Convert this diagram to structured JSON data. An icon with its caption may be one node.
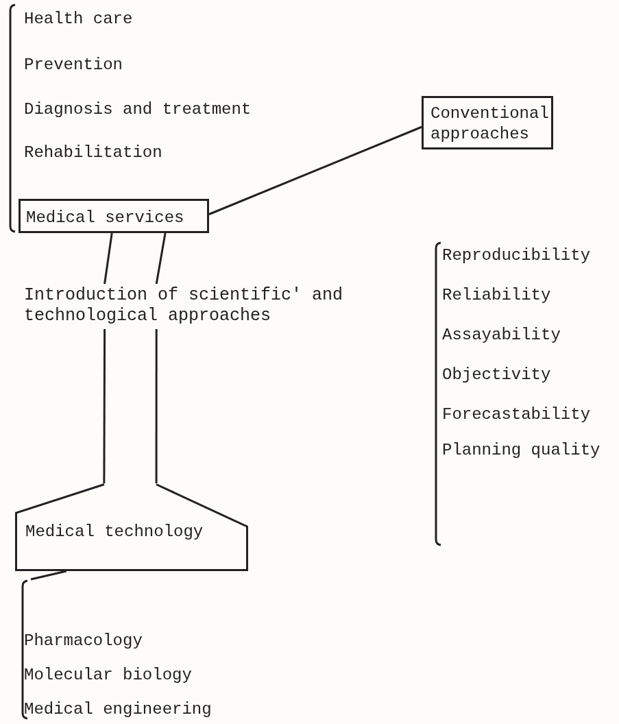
{
  "diagram": {
    "nodes": [
      {
        "text": [
          "Health care",
          "Prevention",
          "Diagnosis and treatment",
          "Rehabilitation"
        ]
      },
      {
        "text": [
          "Medical services"
        ],
        "in": 0
      },
      {
        "text": [
          "Conventional approaches"
        ]
      },
      {
        "text": [
          "Introduction of scientific' and technological approaches"
        ]
      },
      {
        "text": [
          "Reproducibility",
          "Reliability",
          "Assayability",
          "Objectivity",
          "Forecastability",
          "Planning quality"
        ]
      },
      {
        "text": [
          "Medical technology"
        ]
      },
      {
        "text": [
          "Pharmacology",
          "Molecular biology",
          "Medical engineering"
        ]
      }
    ],
    "edges": [
      {
        "from": 1,
        "to": 2,
        "arrow": "none"
      },
      {
        "from": 1,
        "to": 3,
        "arrow": "none"
      },
      {
        "from": 1,
        "to": 3,
        "arrow": "none"
      },
      {
        "from": 3,
        "to": 5,
        "arrow": "none"
      },
      {
        "from": 3,
        "to": 5,
        "arrow": "none"
      },
      {
        "from": 5,
        "to": 6,
        "arrow": "none"
      }
    ]
  }
}
